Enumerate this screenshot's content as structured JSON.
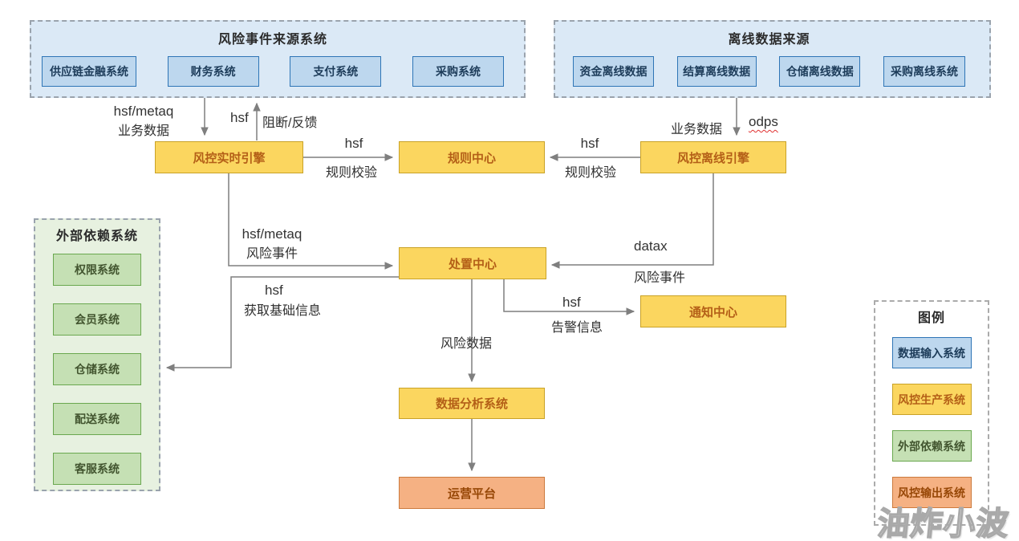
{
  "diagram": {
    "source_container": {
      "title": "风险事件来源系统",
      "items": [
        "供应链金融系统",
        "财务系统",
        "支付系统",
        "采购系统"
      ]
    },
    "offline_container": {
      "title": "离线数据来源",
      "items": [
        "资金离线数据",
        "结算离线数据",
        "仓储离线数据",
        "采购离线系统"
      ]
    },
    "external_container": {
      "title": "外部依赖系统",
      "items": [
        "权限系统",
        "会员系统",
        "仓储系统",
        "配送系统",
        "客服系统"
      ]
    },
    "nodes": {
      "realtime_engine": "风控实时引擎",
      "rule_center": "规则中心",
      "offline_engine": "风控离线引擎",
      "disposal_center": "处置中心",
      "notify_center": "通知中心",
      "data_analysis": "数据分析系统",
      "operation_platform": "运营平台"
    },
    "edges": {
      "source_to_realtime": {
        "protocol": "hsf/metaq",
        "label": "业务数据"
      },
      "realtime_to_source": {
        "protocol": "hsf",
        "label": "阻断/反馈"
      },
      "offline_in": {
        "label": "业务数据",
        "protocol": "odps"
      },
      "realtime_to_rule": {
        "protocol": "hsf",
        "label": "规则校验"
      },
      "offline_to_rule": {
        "protocol": "hsf",
        "label": "规则校验"
      },
      "realtime_to_disposal": {
        "protocol": "hsf/metaq",
        "label": "风险事件"
      },
      "offline_to_disposal": {
        "protocol": "datax",
        "label": "风险事件"
      },
      "disposal_to_external": {
        "protocol": "hsf",
        "label": "获取基础信息"
      },
      "disposal_to_notify": {
        "protocol": "hsf",
        "label": "告警信息"
      },
      "disposal_to_analysis": {
        "label": "风险数据"
      }
    },
    "legend": {
      "title": "图例",
      "items": [
        {
          "label": "数据输入系统",
          "type": "blue"
        },
        {
          "label": "风控生产系统",
          "type": "yellow"
        },
        {
          "label": "外部依赖系统",
          "type": "green"
        },
        {
          "label": "风控输出系统",
          "type": "orange"
        }
      ]
    },
    "watermark": "油炸小波"
  },
  "colors": {
    "input_fill": "#bdd7ee",
    "input_border": "#2e75b6",
    "production_fill": "#fbd65f",
    "production_border": "#c9a227",
    "external_fill": "#c5e0b4",
    "external_border": "#6aa84f",
    "output_fill": "#f5b183",
    "output_border": "#cc7a3d",
    "line": "#7f7f7f",
    "spellcheck_underline": "#e03131"
  }
}
